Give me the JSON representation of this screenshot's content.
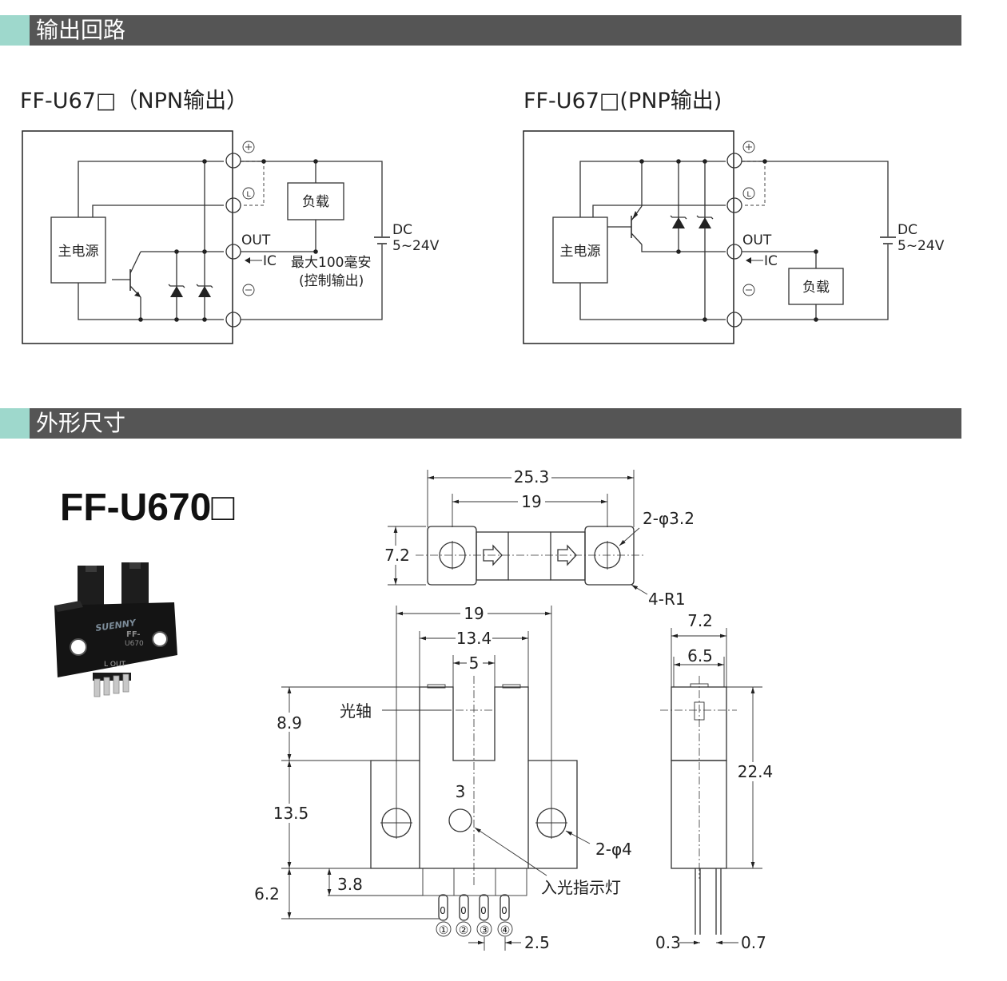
{
  "sections": {
    "output_circuit": "输出回路",
    "dimensions": "外形尺寸"
  },
  "npn": {
    "title": "FF-U67□（NPN输出）",
    "main_power": "主电源",
    "load": "负载",
    "out": "OUT",
    "ic": "IC",
    "dc": "DC",
    "voltage": "5~24V",
    "max_current": "最大100毫安",
    "control_output": "(控制输出)"
  },
  "pnp": {
    "title": "FF-U67□(PNP输出)",
    "main_power": "主电源",
    "load": "负载",
    "out": "OUT",
    "ic": "IC",
    "dc": "DC",
    "voltage": "5~24V"
  },
  "product": {
    "model": "FF-U670□",
    "brand": "SUENNY",
    "label_top": "FF-",
    "label_bottom": "U670",
    "terminal_text": "L OUT"
  },
  "dims": {
    "top_width": "25.3",
    "top_hole_pitch": "19",
    "top_hole": "2-φ3.2",
    "top_height": "7.2",
    "radius": "4-R1",
    "front_width": "19",
    "front_slot_outer": "13.4",
    "front_slot": "5",
    "optical_axis": "光轴",
    "slot_depth": "8.9",
    "body_height": "13.5",
    "pin_length": "6.2",
    "pin_offset": "3.8",
    "led_number": "3",
    "mount_hole": "2-φ4",
    "indicator": "入光指示灯",
    "pins": [
      "①",
      "②",
      "③",
      "④"
    ],
    "pin_pitch": "2.5",
    "side_width": "7.2",
    "side_inner": "6.5",
    "side_height": "22.4",
    "pin_thickness": "0.3",
    "pin_width": "0.7"
  }
}
